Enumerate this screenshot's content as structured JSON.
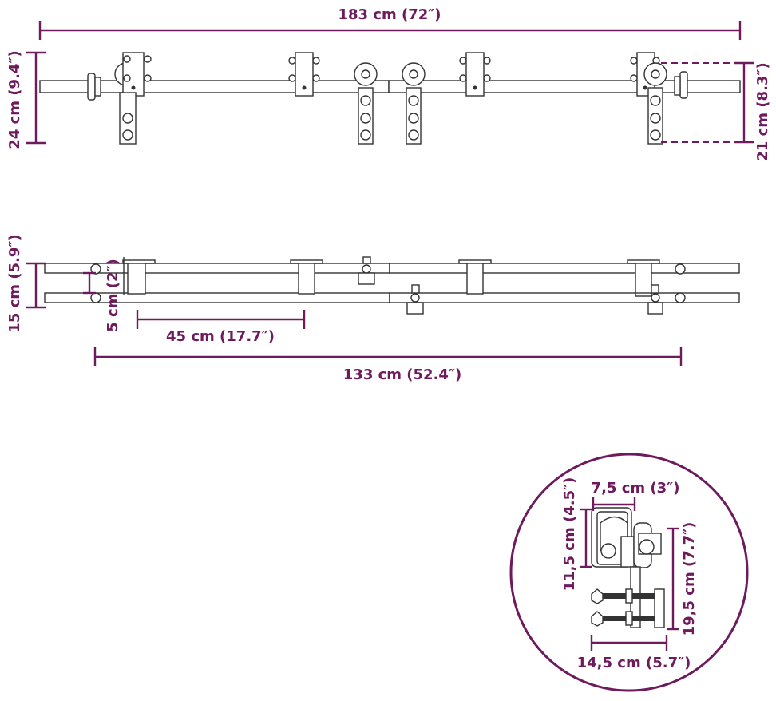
{
  "colors": {
    "dimension": "#6e1a5d",
    "outline": "#333333",
    "background": "#ffffff"
  },
  "dimensions": {
    "total_length": "183 cm (72″)",
    "height_overall": "24 cm (9.4″)",
    "height_hanger": "21 cm (8.3″)",
    "rail_spacing": "15 cm (5.9″)",
    "rail_offset": "5 cm (2″)",
    "hanger_spacing": "45 cm (17.7″)",
    "span": "133 cm (52.4″)"
  },
  "detail": {
    "wheel_width": "7,5 cm (3″)",
    "wheel_height": "11,5 cm (4.5″)",
    "bracket_height": "19,5 cm (7.7″)",
    "bracket_width": "14,5 cm (5.7″)"
  }
}
